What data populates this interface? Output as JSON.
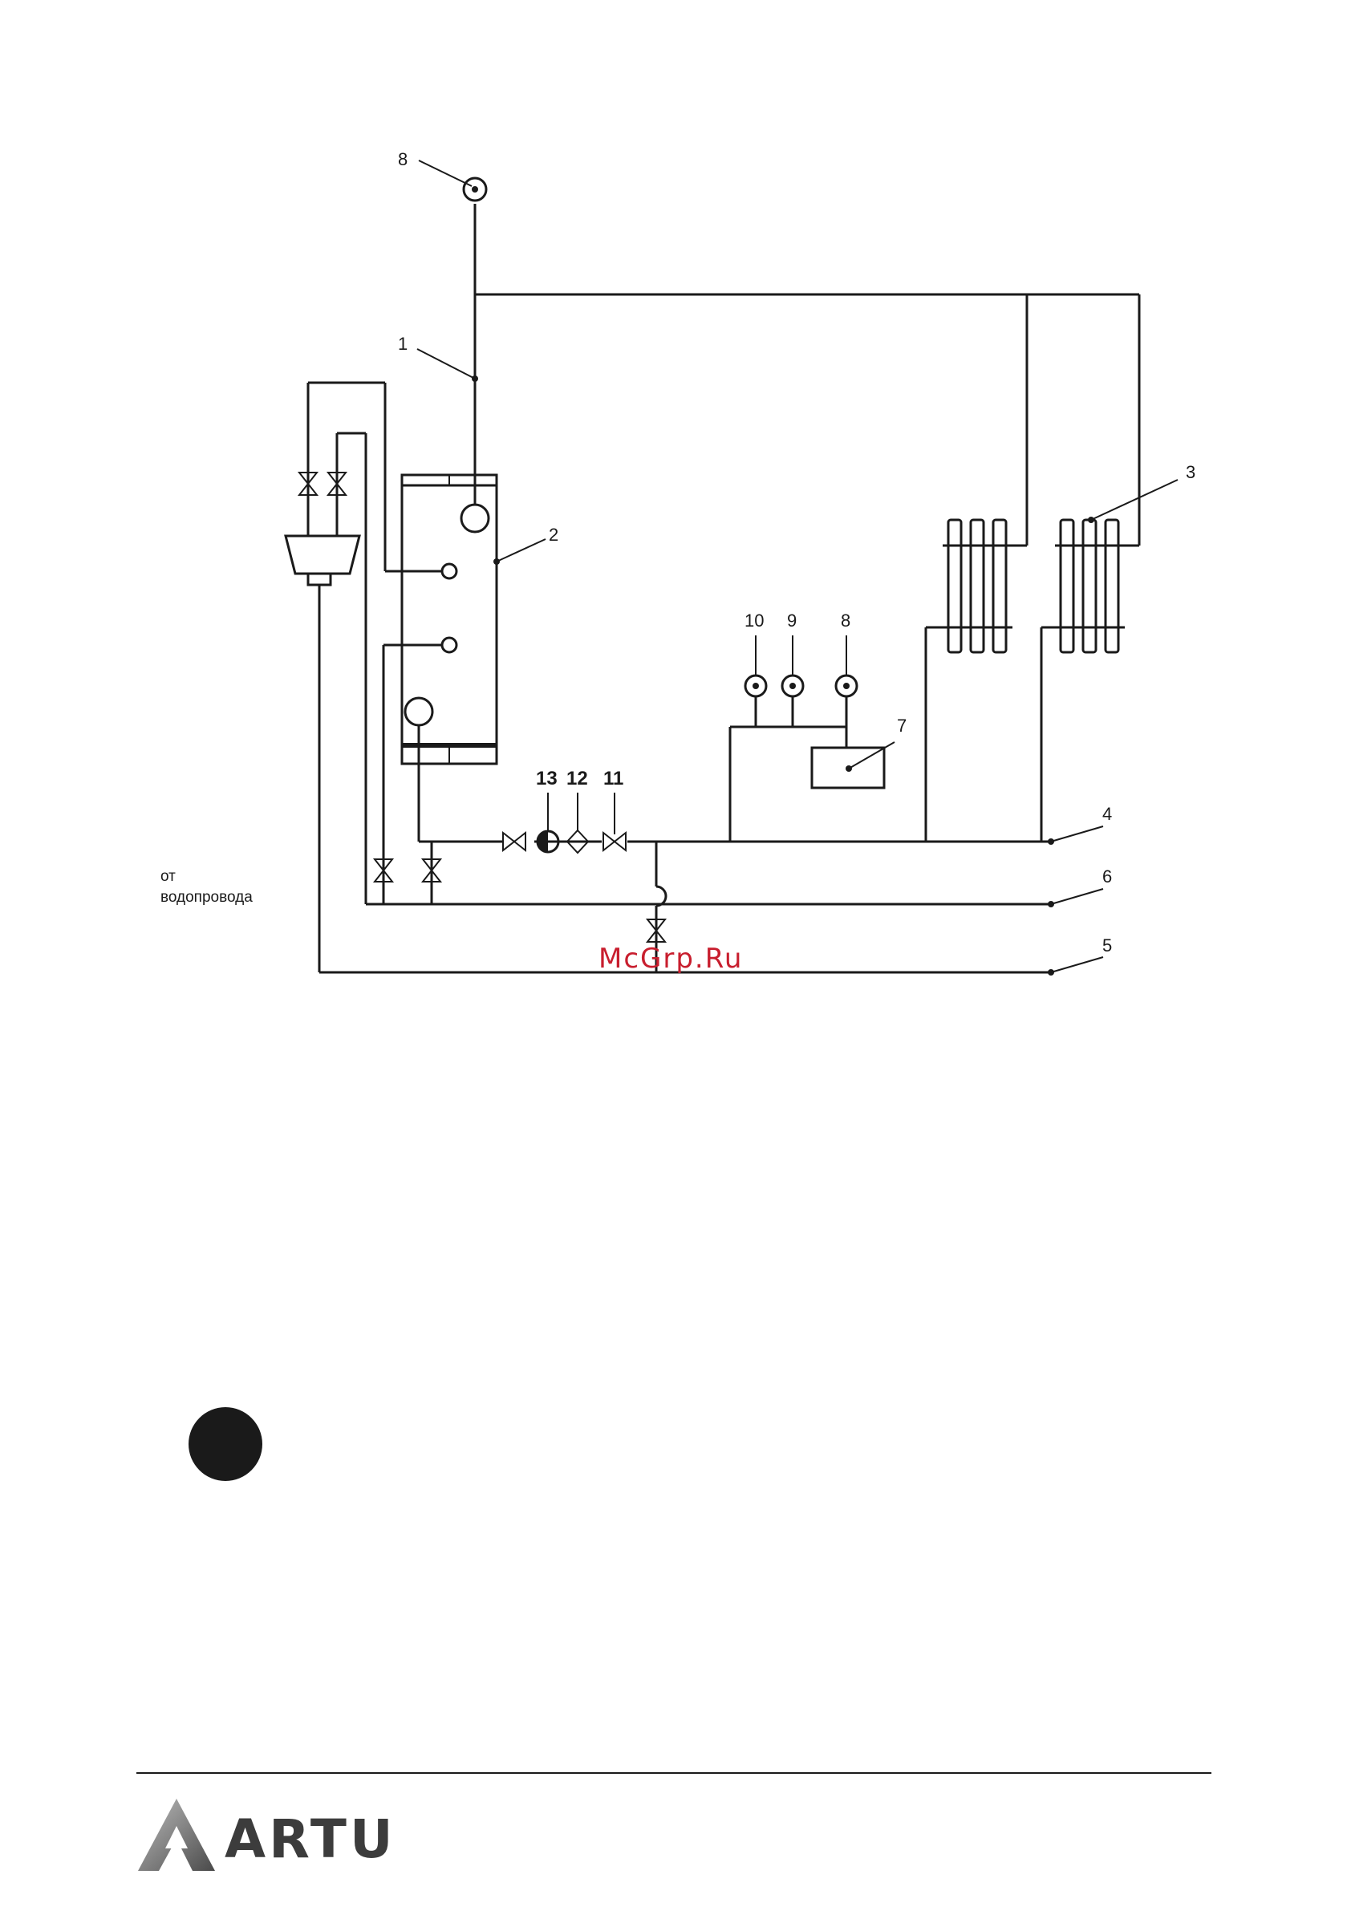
{
  "labels": {
    "l1": "1",
    "l2": "2",
    "l3": "3",
    "l4": "4",
    "l5": "5",
    "l6": "6",
    "l7": "7",
    "l8_top": "8",
    "l8_mid": "8",
    "l9": "9",
    "l10": "10",
    "l11": "11",
    "l12": "12",
    "l13": "13"
  },
  "note": {
    "line1": "от",
    "line2": "водопровода"
  },
  "watermark": "McGrp.Ru",
  "brand": {
    "name": "ARTU"
  },
  "colors": {
    "watermark": "#c81e2e",
    "line": "#1a1a1a",
    "brand": "#3c3c3c"
  }
}
